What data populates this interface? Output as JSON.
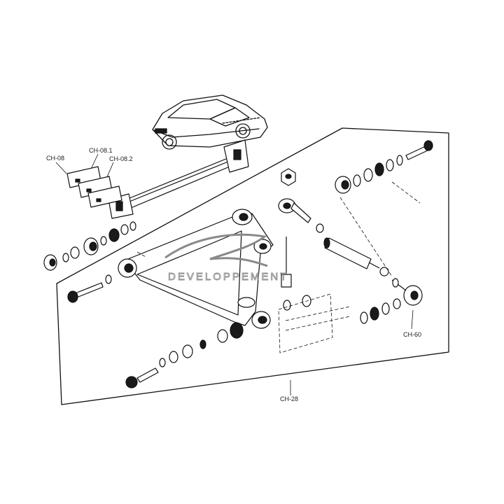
{
  "callouts": {
    "ch08": "CH-08",
    "ch081": "CH-08.1",
    "ch082": "CH-08.2",
    "ch28": "CH-28",
    "ch60": "CH-60"
  },
  "watermark": {
    "brand_text": "DEVELOPPEMENT"
  },
  "colors": {
    "ink": "#111111",
    "part_fill": "#ffffff",
    "dark_fill": "#1a1a1a",
    "watermark": "#8a8a8a"
  }
}
